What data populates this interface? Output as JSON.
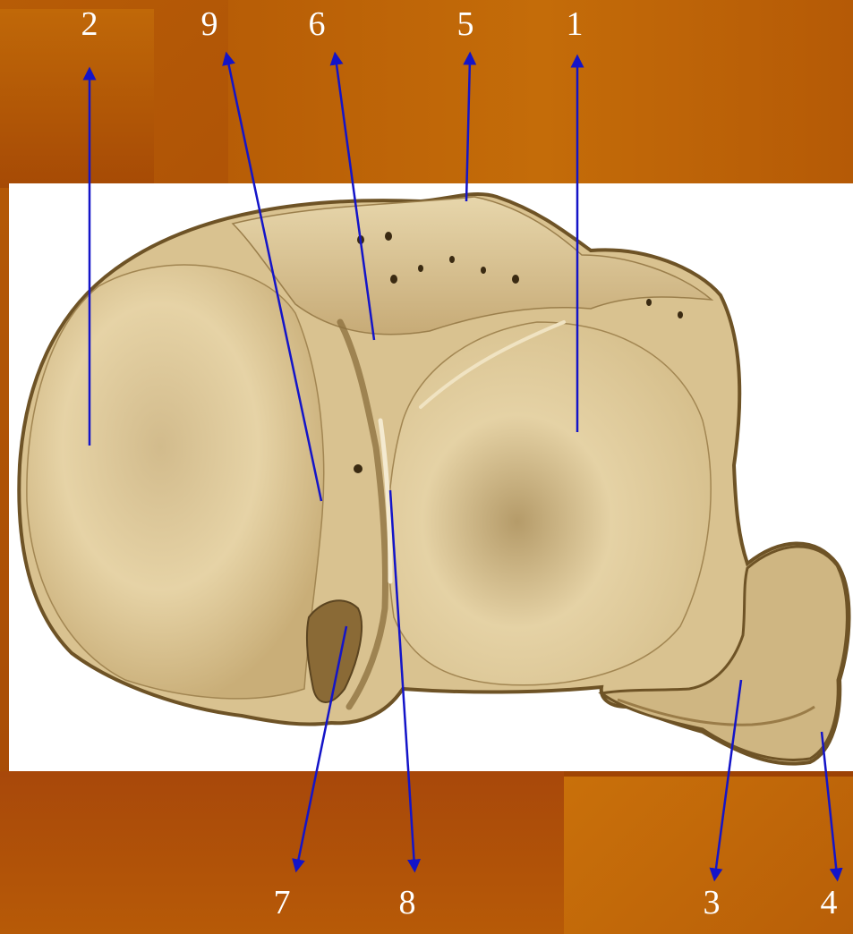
{
  "labels": [
    {
      "id": "1",
      "text": "1"
    },
    {
      "id": "2",
      "text": "2"
    },
    {
      "id": "3",
      "text": "3"
    },
    {
      "id": "4",
      "text": "4"
    },
    {
      "id": "5",
      "text": "5"
    },
    {
      "id": "6",
      "text": "6"
    },
    {
      "id": "7",
      "text": "7"
    },
    {
      "id": "8",
      "text": "8"
    },
    {
      "id": "9",
      "text": "9"
    }
  ],
  "colors": {
    "background_dark": "#9a3f04",
    "background_mid": "#b35a06",
    "background_light": "#c9700a",
    "panel": "#ffffff",
    "bone_light": "#e9d7ac",
    "bone_mid": "#cdb27c",
    "bone_shadow": "#7d6232",
    "arrow": "#1414c8",
    "label_text": "#ffffff"
  }
}
